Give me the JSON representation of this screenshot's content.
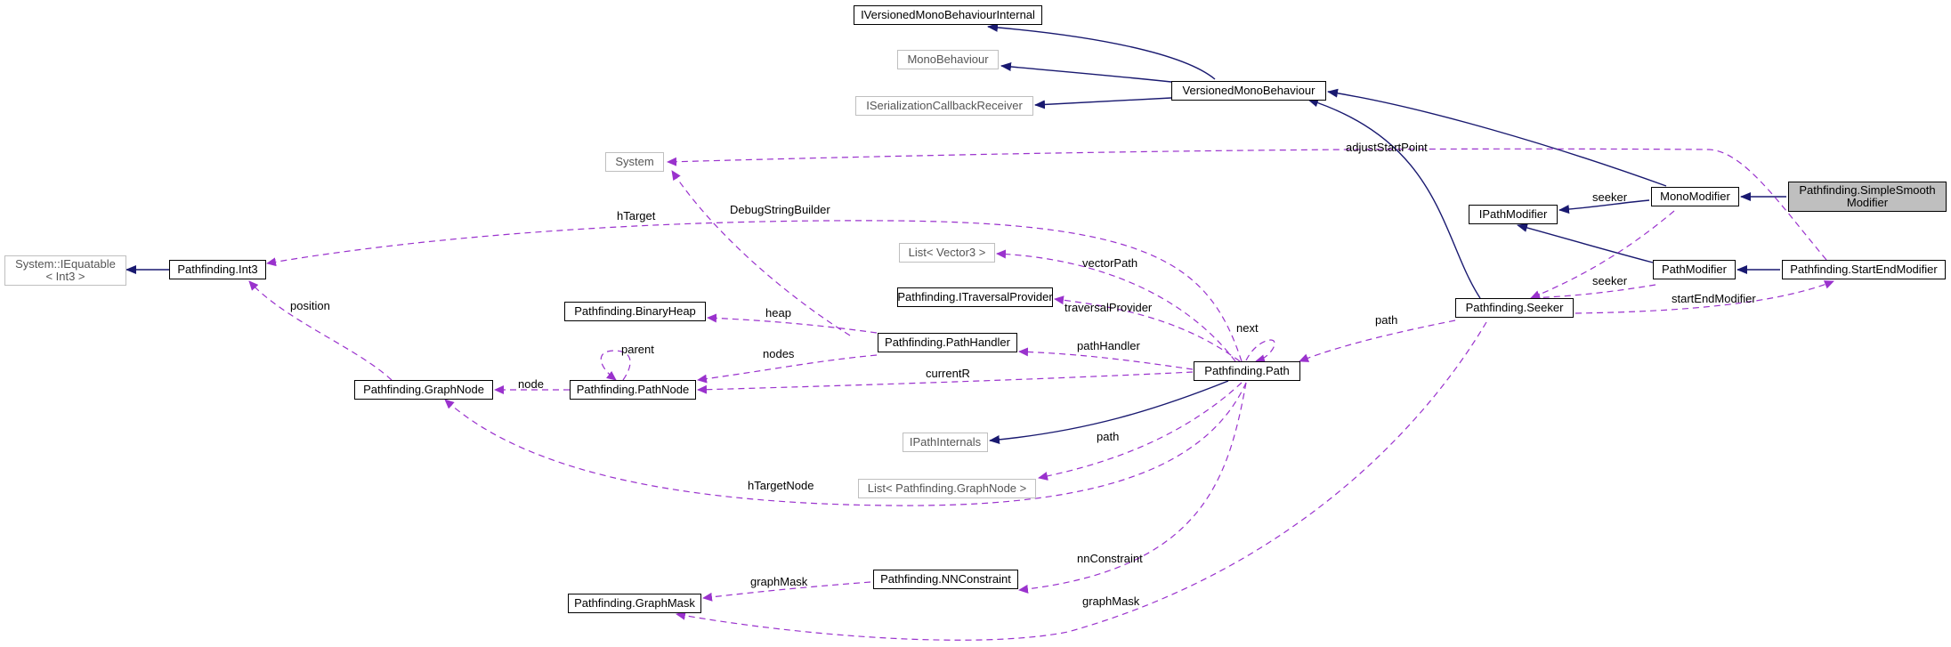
{
  "colors": {
    "inheritance": "#191970",
    "usage": "#9a32cd",
    "node_border": "#000000",
    "external_border": "#bfbfbf",
    "focus_fill": "#bfbfbf"
  },
  "nodes": {
    "ivmbi": "IVersionedMonoBehaviourInternal",
    "monobehaviour": "MonoBehaviour",
    "iserialization": "ISerializationCallbackReceiver",
    "vmb": "VersionedMonoBehaviour",
    "system": "System",
    "iequatable": "System::IEquatable\n< Int3 >",
    "int3": "Pathfinding.Int3",
    "ipathmodifier": "IPathModifier",
    "monomodifier": "MonoModifier",
    "simplesmooth": "Pathfinding.SimpleSmooth\nModifier",
    "listvector3": "List< Vector3 >",
    "itraversal": "Pathfinding.ITraversalProvider",
    "binaryheap": "Pathfinding.BinaryHeap",
    "pathhandler": "Pathfinding.PathHandler",
    "graphnode": "Pathfinding.GraphNode",
    "pathnode": "Pathfinding.PathNode",
    "path": "Pathfinding.Path",
    "seeker": "Pathfinding.Seeker",
    "pathmodifier": "PathModifier",
    "startend": "Pathfinding.StartEndModifier",
    "ipathinternals": "IPathInternals",
    "listgraphnode": "List< Pathfinding.GraphNode >",
    "nnconstraint": "Pathfinding.NNConstraint",
    "graphmask": "Pathfinding.GraphMask"
  },
  "edge_labels": {
    "adjustStartPoint": "adjustStartPoint",
    "hTarget": "hTarget",
    "debugStringBuilder": "DebugStringBuilder",
    "position": "position",
    "vectorPath": "vectorPath",
    "heap": "heap",
    "traversalProvider": "traversalProvider",
    "parent": "parent",
    "nodes": "nodes",
    "pathHandler": "pathHandler",
    "next": "next",
    "node": "node",
    "currentR": "currentR",
    "path_seeker": "path",
    "seeker1": "seeker",
    "seeker2": "seeker",
    "startEndModifier": "startEndModifier",
    "path_list": "path",
    "hTargetNode": "hTargetNode",
    "nnConstraint": "nnConstraint",
    "graphMask1": "graphMask",
    "graphMask2": "graphMask"
  }
}
